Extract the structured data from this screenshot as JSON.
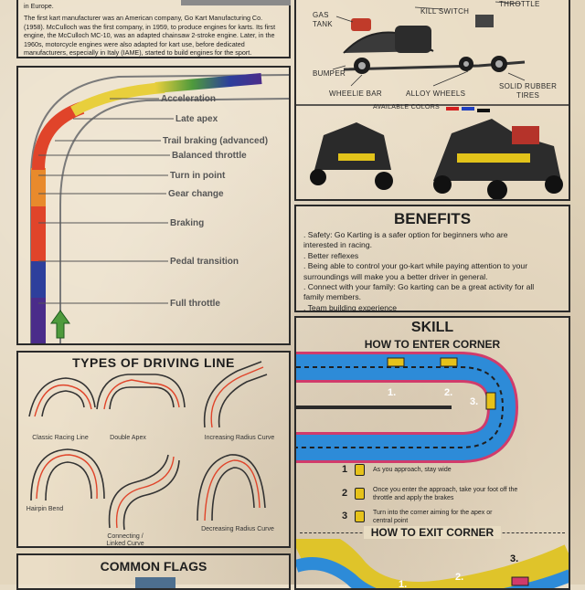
{
  "intro": {
    "line0": "in Europe.",
    "line1": "The first kart manufacturer was an American company, Go Kart Manufacturing Co.",
    "line2": "(1958). McCulloch was the first company, in 1959, to produce engines for karts. Its first",
    "line3": "engine, the McCulloch MC-10, was an adapted chainsaw 2-stroke engine. Later, in the",
    "line4": "1960s, motorcycle engines were also adapted for kart use, before dedicated",
    "line5": "manufacturers, especially in Italy (IAME), started to build engines for the sport."
  },
  "racing_line": {
    "labels": [
      "Acceleration",
      "Late apex",
      "Trail braking (advanced)",
      "Balanced throttle",
      "Turn in point",
      "Gear change",
      "Braking",
      "Pedal transition",
      "Full throttle"
    ],
    "colors": {
      "red": "#e0442a",
      "orange": "#e88a2c",
      "yellow": "#e8cf3c",
      "green": "#4e9a3c",
      "blue": "#2d3f9c",
      "purple": "#4a2c8a"
    }
  },
  "kart_parts": {
    "gas_tank": "GAS\nTANK",
    "kill_switch": "KILL SWITCH",
    "throttle": "THROTTLE",
    "bumper": "BUMPER",
    "wheelie_bar": "WHEELIE BAR",
    "alloy_wheels": "ALLOY WHEELS",
    "solid_rubber_tires": "SOLID RUBBER\nTIRES",
    "available_colors": "AVAILABLE COLORS",
    "color_swatches": [
      "#d42020",
      "#2040c0",
      "#111111"
    ]
  },
  "benefits": {
    "title": "BENEFITS",
    "items": [
      ". Safety: Go Karting is a safer option for beginners who are",
      "interested in racing.",
      ". Better reflexes",
      ". Being able to control your go-kart while paying attention to your",
      "surroundings will make you a better driver in general.",
      ". Connect with your family: Go karting can be a great activity for all",
      "family members.",
      ". Team building experience"
    ]
  },
  "driving_line": {
    "title": "TYPES OF DRIVING LINE",
    "types": [
      "Classic Racing Line",
      "Double Apex",
      "Increasing Radius Curve",
      "Hairpin Bend",
      "Connecting /\nLinked Curve",
      "Decreasing Radius Curve"
    ]
  },
  "skill": {
    "title": "SKILL",
    "enter_title": "HOW TO ENTER CORNER",
    "exit_title": "HOW TO EXIT CORNER",
    "marks": [
      "1.",
      "2.",
      "3."
    ],
    "steps": [
      {
        "num": "1",
        "text": "As you approach, stay wide"
      },
      {
        "num": "2",
        "text": "Once you enter the approach, take your foot off the\nthrottle and apply the brakes"
      },
      {
        "num": "3",
        "text": "Turn into the corner aiming for the apex or\ncentral point"
      }
    ],
    "exit_marks": [
      "1.",
      "2.",
      "3."
    ]
  },
  "flags": {
    "title": "COMMON FLAGS"
  }
}
